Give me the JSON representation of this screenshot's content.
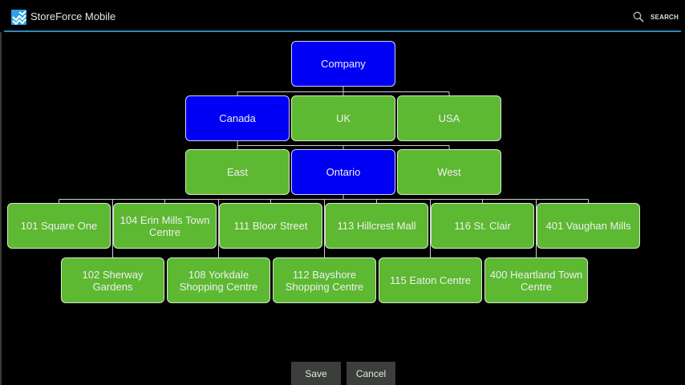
{
  "app": {
    "title": "StoreForce Mobile",
    "logo_icon": "storeforce-logo-icon",
    "search_label": "SEARCH",
    "search_icon": "search-icon",
    "accent_color": "#2b8bbd"
  },
  "colors": {
    "selected": "#0000f5",
    "unselected": "#5db832"
  },
  "tree": {
    "root": {
      "label": "Company",
      "selected": true
    },
    "countries": [
      {
        "label": "Canada",
        "selected": true
      },
      {
        "label": "UK",
        "selected": false
      },
      {
        "label": "USA",
        "selected": false
      }
    ],
    "regions": [
      {
        "label": "East",
        "selected": false
      },
      {
        "label": "Ontario",
        "selected": true
      },
      {
        "label": "West",
        "selected": false
      }
    ],
    "stores_row1": [
      {
        "label": "101 Square One",
        "selected": false
      },
      {
        "label": "104 Erin Mills Town Centre",
        "selected": false
      },
      {
        "label": "111 Bloor Street",
        "selected": false
      },
      {
        "label": "113 Hillcrest Mall",
        "selected": false
      },
      {
        "label": "116 St. Clair",
        "selected": false
      },
      {
        "label": "401 Vaughan Mills",
        "selected": false
      }
    ],
    "stores_row2": [
      {
        "label": "102 Sherway Gardens",
        "selected": false
      },
      {
        "label": "108 Yorkdale Shopping Centre",
        "selected": false
      },
      {
        "label": "112 Bayshore Shopping Centre",
        "selected": false
      },
      {
        "label": "115 Eaton Centre",
        "selected": false
      },
      {
        "label": "400 Heartland Town Centre",
        "selected": false
      }
    ]
  },
  "buttons": {
    "save": "Save",
    "cancel": "Cancel"
  }
}
